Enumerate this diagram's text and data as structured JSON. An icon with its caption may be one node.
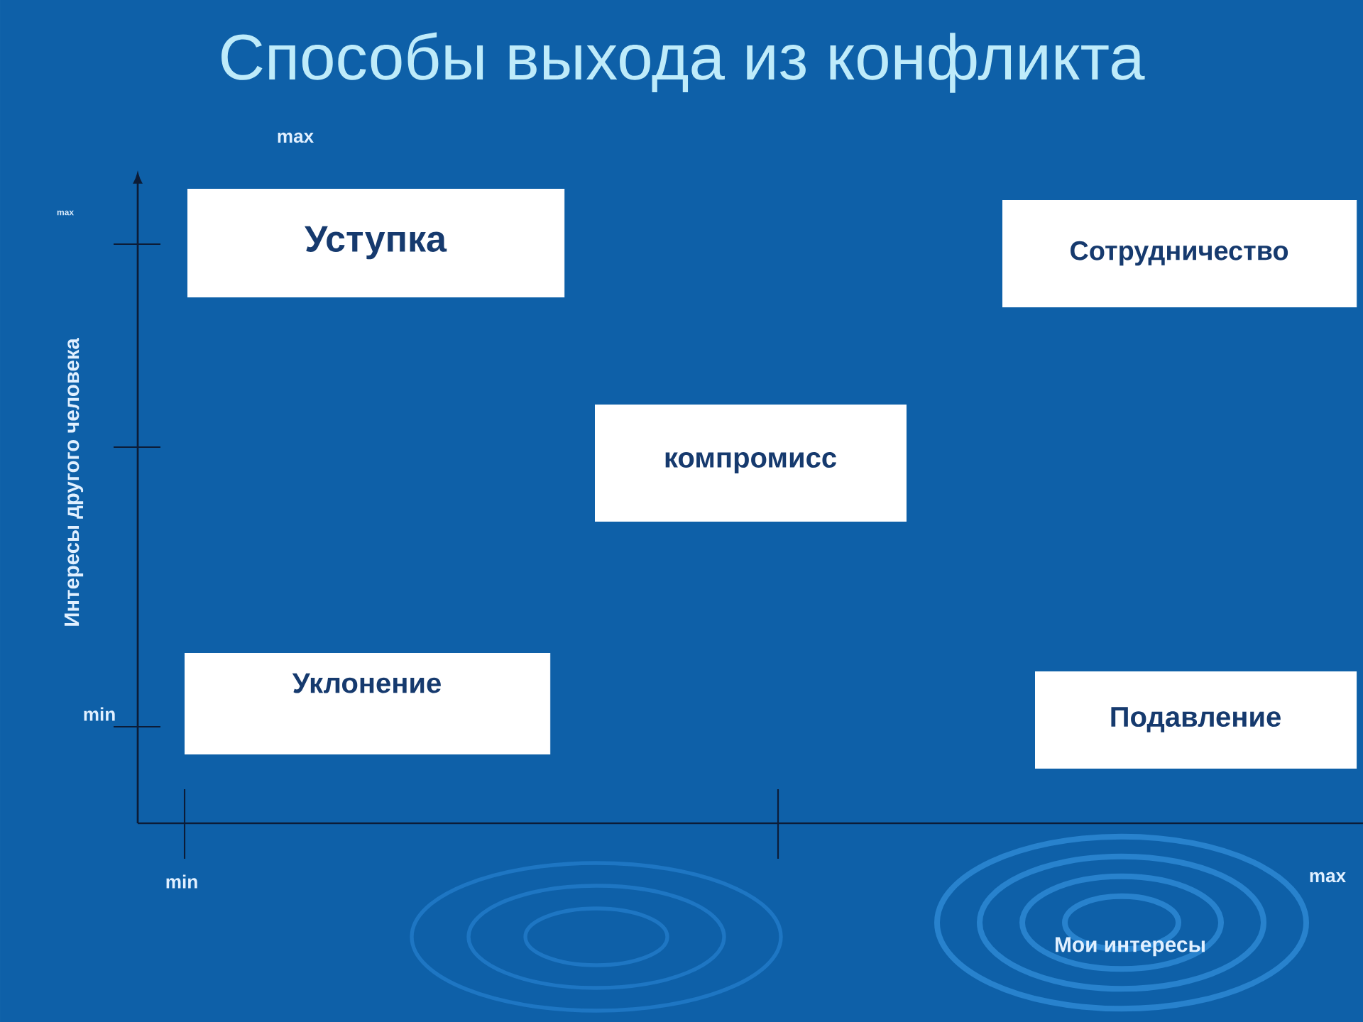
{
  "diagram": {
    "title": "Способы выхода из конфликта",
    "nodes": [
      {
        "text": [
          "Уступка"
        ]
      },
      {
        "text": [
          "Сотрудничество"
        ]
      },
      {
        "text": [
          "компромисс"
        ]
      },
      {
        "text": [
          "Уклонение"
        ]
      },
      {
        "text": [
          "Подавление"
        ]
      }
    ],
    "labels": [
      "max",
      "Интересы другого человека",
      "max",
      "min",
      "min",
      "max",
      "Мои интересы"
    ]
  }
}
